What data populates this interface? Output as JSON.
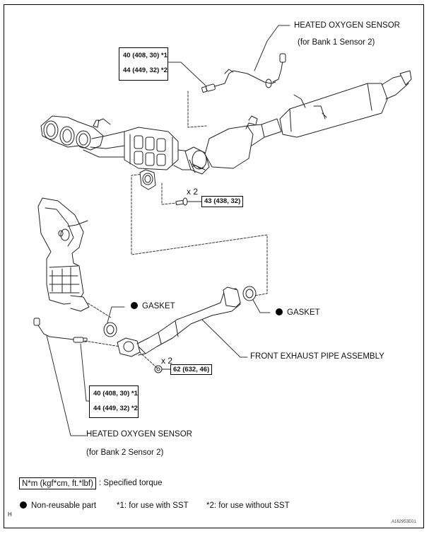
{
  "labels": {
    "ho2s_bank1": "HEATED OXYGEN SENSOR",
    "ho2s_bank1_sub": "(for Bank 1 Sensor 2)",
    "ho2s_bank2": "HEATED OXYGEN SENSOR",
    "ho2s_bank2_sub": "(for Bank 2 Sensor 2)",
    "gasket_left": "GASKET",
    "gasket_right": "GASKET",
    "front_pipe": "FRONT EXHAUST PIPE ASSEMBLY",
    "qty_bolt": "x 2",
    "qty_nut": "x 2"
  },
  "torques": {
    "sensor_bank1": {
      "line1": "40 (408, 30) *1",
      "line2": "44 (449, 32) *2"
    },
    "sensor_bank2": {
      "line1": "40 (408, 30) *1",
      "line2": "44 (449, 32) *2"
    },
    "bolt": "43 (438, 32)",
    "nut": "62 (632, 46)"
  },
  "legend": {
    "torque_unit": "N*m (kgf*cm, ft.*lbf)",
    "torque_desc": ": Specified torque",
    "non_reusable": "Non-reusable part",
    "note1": "*1: for use with SST",
    "note2": "*2: for use without SST"
  },
  "footer": {
    "letter": "H",
    "figure_id": "A162953E01"
  }
}
